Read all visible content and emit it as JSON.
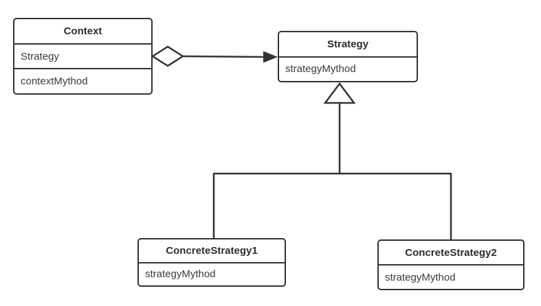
{
  "diagram": {
    "type": "uml-class-diagram",
    "colors": {
      "line": "#333333",
      "text": "#333333",
      "background": "#ffffff",
      "box_fill": "#ffffff"
    },
    "classes": [
      {
        "title": "Context",
        "attribute": "Strategy",
        "method": "contextMythod"
      },
      {
        "title": "Strategy",
        "method": "strategyMythod"
      },
      {
        "title": "ConcreteStrategy1",
        "method": "strategyMythod"
      },
      {
        "title": "ConcreteStrategy2",
        "method": "strategyMythod"
      }
    ],
    "relations": [
      {
        "type": "aggregation",
        "from": "Context",
        "to": "Strategy",
        "source_marker": "hollow-diamond",
        "target_marker": "filled-arrow"
      },
      {
        "type": "generalization",
        "from": "ConcreteStrategy1",
        "to": "Strategy",
        "target_marker": "hollow-triangle"
      },
      {
        "type": "generalization",
        "from": "ConcreteStrategy2",
        "to": "Strategy",
        "target_marker": "hollow-triangle"
      }
    ]
  }
}
